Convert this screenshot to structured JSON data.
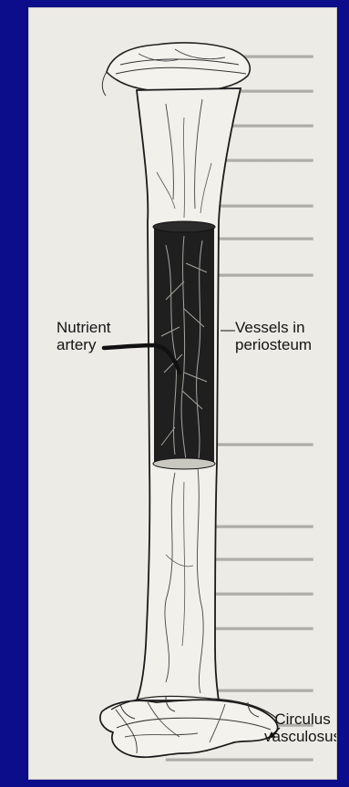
{
  "labels": {
    "nutrient_artery_line1": "Nutrient",
    "nutrient_artery_line2": "artery",
    "vessels_line1": "Vessels in",
    "vessels_line2": "periosteum",
    "circulus_line1": "Circulus",
    "circulus_line2": "vasculosus"
  },
  "colors": {
    "slide_background": "#0b0d8a",
    "page_background": "#ecebe5",
    "ink": "#141414",
    "marrow": "#1f1f1f"
  }
}
